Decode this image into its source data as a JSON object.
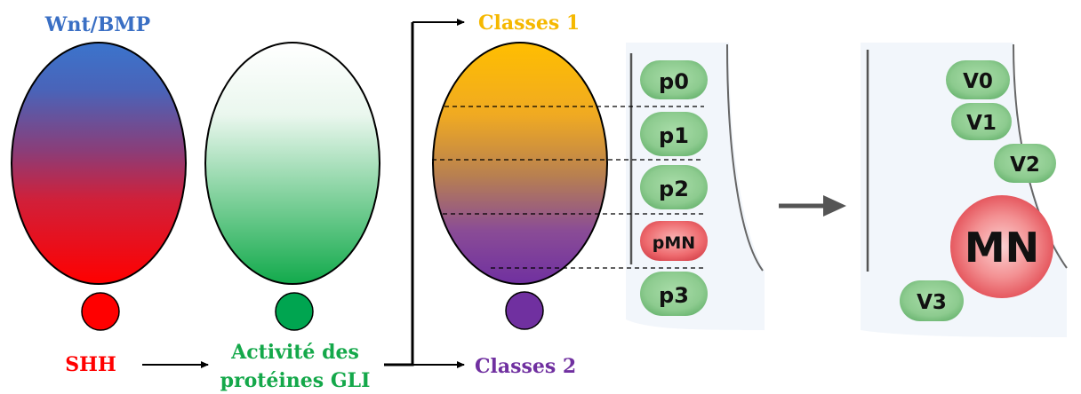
{
  "labels": {
    "wnt_bmp": "Wnt/BMP",
    "shh": "SHH",
    "gli_line1": "Activité des",
    "gli_line2": "protéines GLI",
    "classes1": "Classes 1",
    "classes2": "Classes 2"
  },
  "progenitors": [
    "p0",
    "p1",
    "p2",
    "pMN",
    "p3"
  ],
  "neurons": [
    "V0",
    "V1",
    "V2",
    "MN",
    "V3"
  ],
  "colors": {
    "wnt_blue": "#3A6FC4",
    "shh_red": "#FF0000",
    "gli_green": "#14A84A",
    "classes1_gold": "#F5B800",
    "classes2_purple": "#7030A0",
    "progenitor_green": "#8DCB8F",
    "pmn_red": "#EE6A6E",
    "panel_bg": "#F2F6FB"
  },
  "icons": {
    "arrow": "right-arrow-icon",
    "big_arrow": "grey-arrow-icon"
  }
}
